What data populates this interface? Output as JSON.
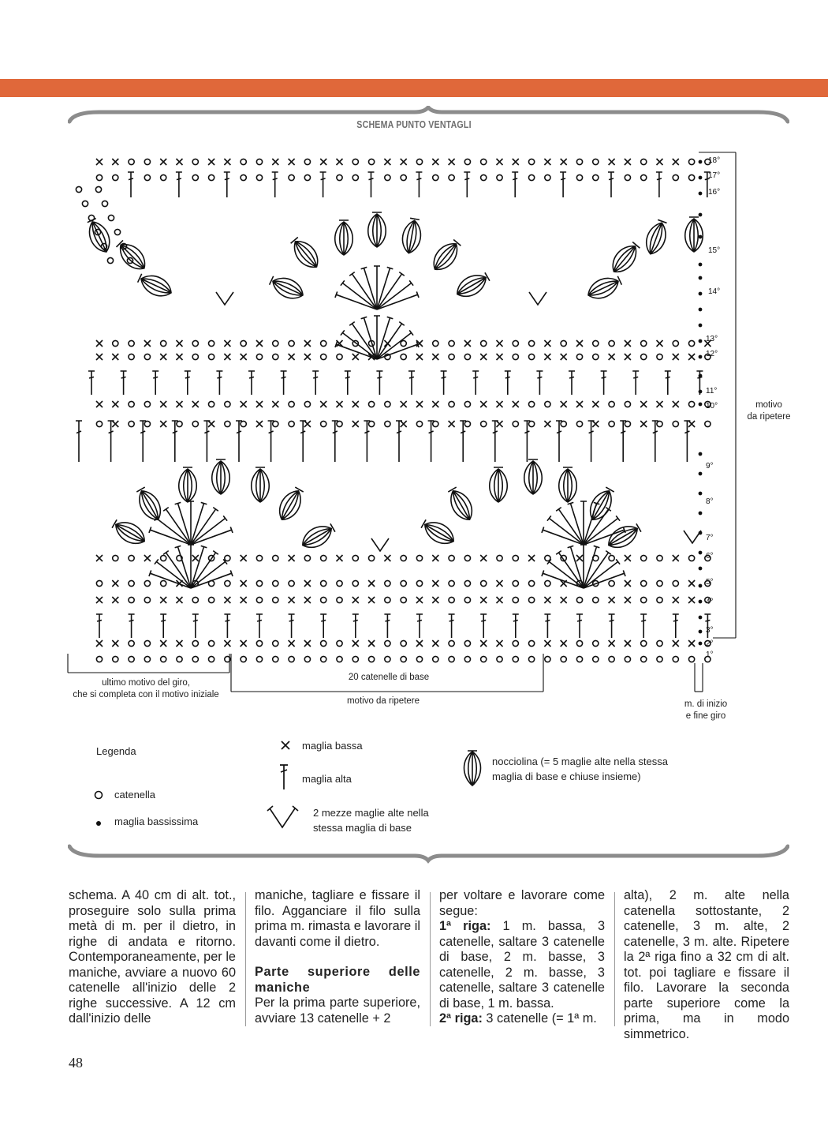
{
  "header": {
    "title": "SCHEMA PUNTO VENTAGLI"
  },
  "rows": [
    "18°",
    "17°",
    "16°",
    "15°",
    "14°",
    "13°",
    "12°",
    "11°",
    "10°",
    "9°",
    "8°",
    "7°",
    "6°",
    "5°",
    "4°",
    "3°",
    "2°",
    "1°"
  ],
  "chart_labels": {
    "repeat_side": "motivo\nda ripetere",
    "last_motif": "ultimo motivo del giro,\nche si completa con il motivo iniziale",
    "base_chains": "20 catenelle di base",
    "repeat_bottom": "motivo da ripetere",
    "start_end": "m. di inizio\ne fine giro"
  },
  "legend": {
    "title": "Legenda",
    "catenella": "catenella",
    "bassissima": "maglia bassissima",
    "bassa": "maglia bassa",
    "alta": "maglia alta",
    "mezze": "2 mezze maglie alte nella\nstessa maglia di base",
    "nocciolina": "nocciolina (= 5 maglie alte nella stessa\nmaglia di base e chiuse insieme)"
  },
  "text": {
    "col1": "schema. A 40 cm di alt. tot., proseguire solo sulla prima metà di m. per il dietro, in righe di andata e ritorno. Contemporaneamente, per le maniche, avviare a nuovo 60 catenelle all'inizio delle 2 righe successive. A 12 cm dall'inizio delle",
    "col2a": "maniche, tagliare e fissare il filo. Agganciare il filo sulla prima m. rimasta e lavorare il davanti come il dietro.",
    "col2h": "Parte superiore delle maniche",
    "col2b": "Per la prima parte superiore, avviare 13 catenelle + 2",
    "col3a": "per voltare e lavorare come segue:",
    "col3r1": "1ª riga:",
    "col3r1t": " 1 m. bassa, 3 catenelle, saltare 3 catenelle di base, 2 m. basse, 3 catenelle, 2 m. basse, 3 catenelle, saltare 3 catenelle di base, 1 m. bassa.",
    "col3r2": "2ª riga:",
    "col3r2t": " 3 catenelle (= 1ª m.",
    "col4": "alta), 2 m. alte nella catenella sottostante, 2 catenelle, 3 m. alte, 2 catenelle, 3 m. alte. Ripetere la 2ª riga fino a 32 cm di alt. tot. poi tagliare e fissare il filo. Lavorare la seconda parte superiore come la prima, ma in modo simmetrico."
  },
  "page_number": "48"
}
